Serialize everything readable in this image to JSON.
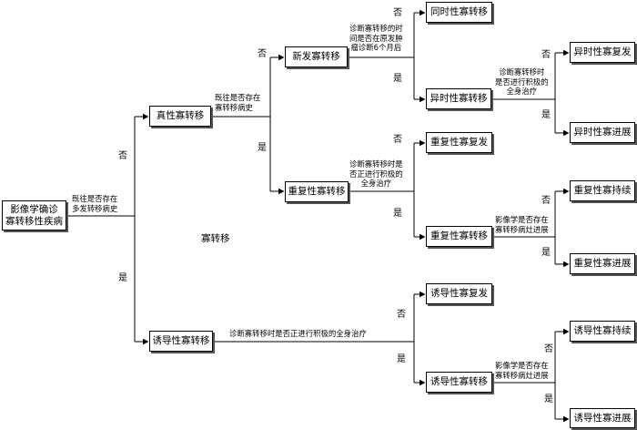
{
  "nodes": {
    "root": "影像学确诊\n寡转移性疾病",
    "true_oligo": "真性寡转移",
    "induced_oligo": "诱导性寡转移",
    "new_oligo": "新发寡转移",
    "repeat_oligo": "重复性寡转移",
    "sync_oligo": "同时性寡转移",
    "meta_oligo": "异时性寡转移",
    "meta_recur": "异时性寡复发",
    "meta_prog": "异时性寡进展",
    "repeat_recur": "重复性寡复发",
    "repeat_oligo2": "重复性寡转移",
    "repeat_persist": "重复性寡持续",
    "repeat_prog": "重复性寡进展",
    "induced_recur": "诱导性寡复发",
    "induced_oligo2": "诱导性寡转移",
    "induced_persist": "诱导性寡持续",
    "induced_prog": "诱导性寡进展"
  },
  "questions": {
    "q_root": "既往是否存在\n多发转移病史",
    "q_true": "既往是否存在\n寡转移病史",
    "q_new": "诊断寡转移的时\n间是否在原发肿\n瘤诊断6个月后",
    "q_meta": "诊断寡转移时\n是否进行积极的\n全身治疗",
    "q_repeat": "诊断寡转移时是\n否正进行积极的\n全身治疗",
    "q_repeat2": "影像学是否存在\n寡转移病灶进展",
    "q_induced": "诊断寡转移时是否正进行积极的全身治疗",
    "q_induced2": "影像学是否存在\n寡转移病灶进展"
  },
  "answers": {
    "no": "否",
    "yes": "是"
  },
  "center_label": "寡转移"
}
